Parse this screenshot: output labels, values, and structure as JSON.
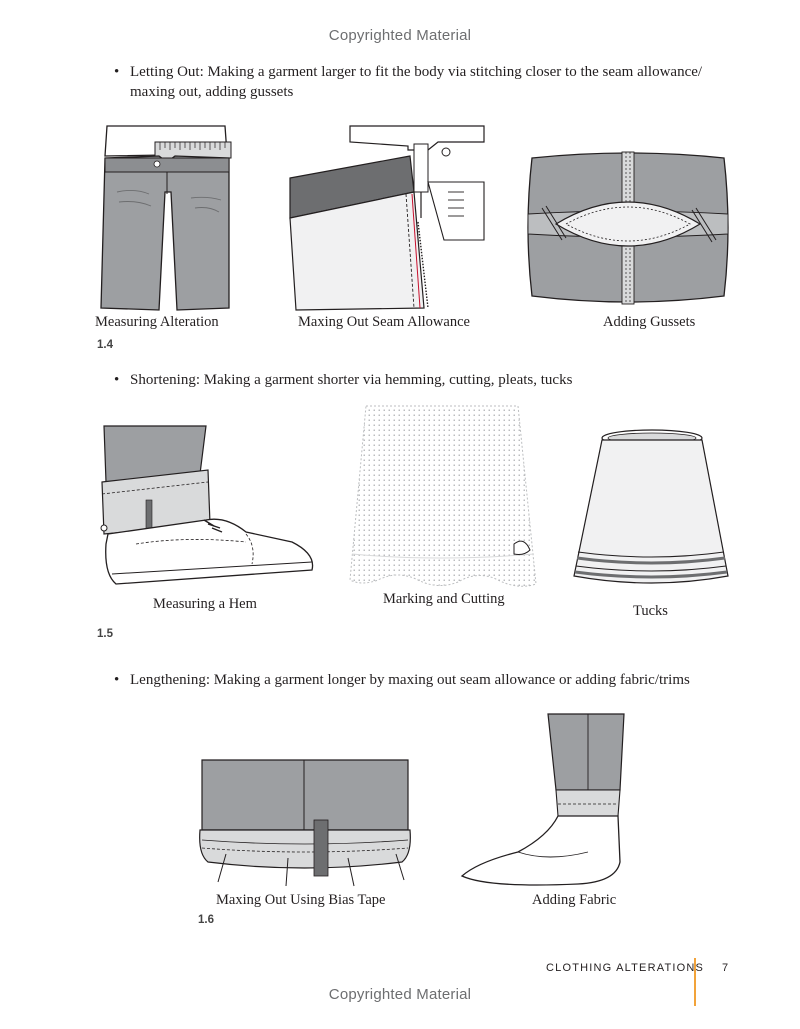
{
  "header": {
    "copyright": "Copyrighted Material"
  },
  "sections": [
    {
      "bullet": "•",
      "text": "Letting Out: Making a garment larger to fit the body via stitching closer to the seam allowance/ maxing out, adding gussets",
      "figure_number": "1.4",
      "captions": [
        "Measuring Alteration",
        "Maxing Out Seam Allowance",
        "Adding Gussets"
      ]
    },
    {
      "bullet": "•",
      "text": "Shortening: Making a garment shorter via hemming, cutting, pleats, tucks",
      "figure_number": "1.5",
      "captions": [
        "Measuring a Hem",
        "Marking and Cutting",
        "Tucks"
      ]
    },
    {
      "bullet": "•",
      "text": "Lengthening: Making a garment longer by maxing out seam allowance or adding fabric/trims",
      "figure_number": "1.6",
      "captions": [
        "Maxing Out Using Bias Tape",
        "Adding Fabric"
      ]
    }
  ],
  "footer": {
    "title": "CLOTHING ALTERATIONS",
    "page": "7",
    "copyright": "Copyrighted Material",
    "accent_color": "#f2a33a"
  },
  "colors": {
    "fabric_gray": "#9d9fa2",
    "dark_gray": "#6d6e70",
    "light_gray": "#d9dadb",
    "line": "#231f20",
    "stitch_red": "#c8102e"
  }
}
